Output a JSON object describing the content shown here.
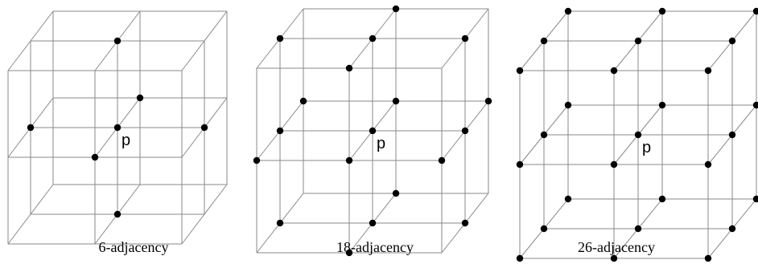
{
  "panels": [
    {
      "caption": "6-adjacency",
      "center_label": "p",
      "neighbors": 6
    },
    {
      "caption": "18-adjacency",
      "center_label": "p",
      "neighbors": 18
    },
    {
      "caption": "26-adjacency",
      "center_label": "p",
      "neighbors": 26
    }
  ]
}
